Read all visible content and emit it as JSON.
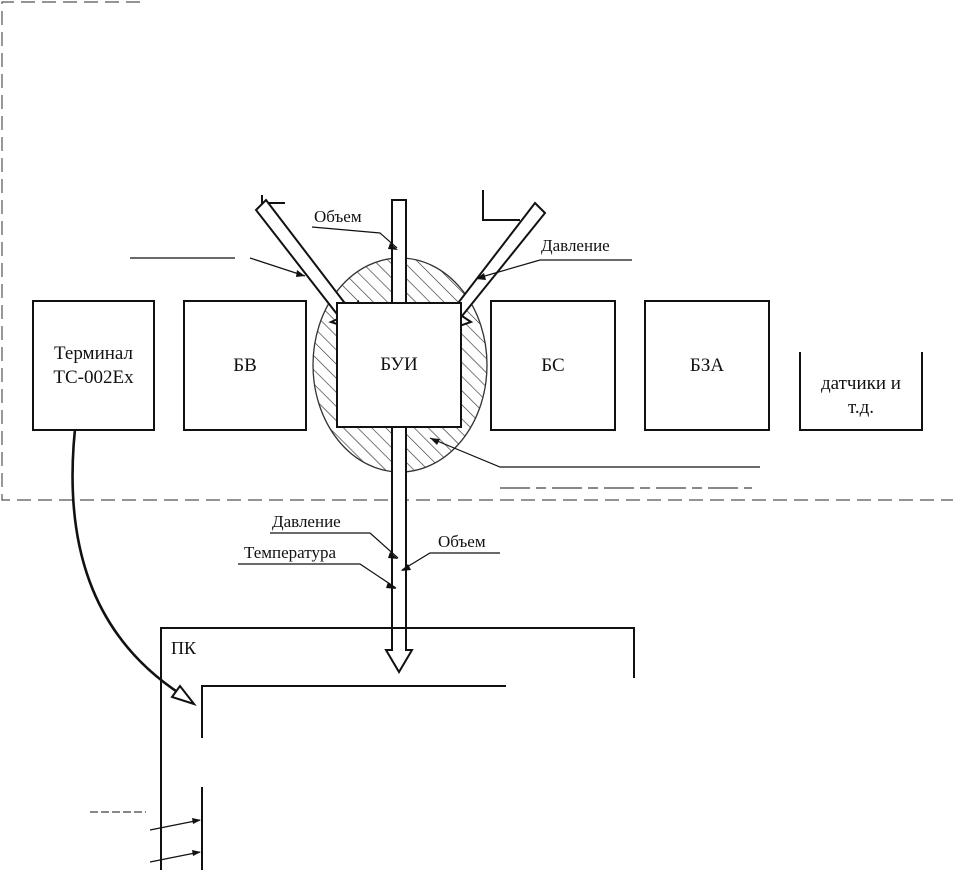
{
  "colors": {
    "line": "#111111",
    "dashed_frame": "#555555",
    "hatch": "#333333"
  },
  "blocks": {
    "terminal": "Терминал\nТС-002Ex",
    "bv": "БВ",
    "bui": "БУИ",
    "bs": "БС",
    "bza": "БЗА",
    "sensors": "датчики и\nт.д."
  },
  "upper_labels": {
    "volume": "Объем",
    "pressure": "Давление"
  },
  "lower_labels": {
    "pressure": "Давление",
    "temperature": "Температура",
    "volume": "Объем"
  },
  "pc": {
    "label": "ПК"
  }
}
